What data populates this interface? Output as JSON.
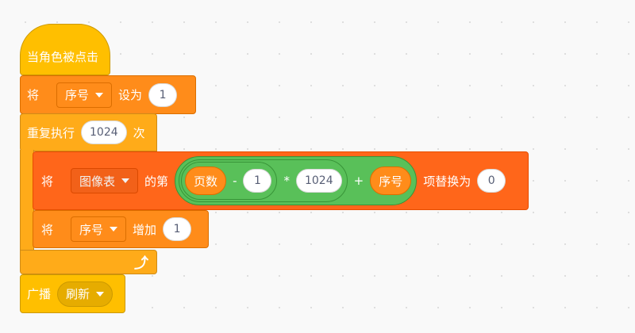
{
  "hat": {
    "label": "当角色被点击"
  },
  "set_block": {
    "prefix": "将",
    "variable": "序号",
    "verb": "设为",
    "value": "1"
  },
  "repeat_block": {
    "label": "重复执行",
    "count": "1024",
    "suffix": "次"
  },
  "replace_block": {
    "prefix": "将",
    "list": "图像表",
    "of_item": "的第",
    "replace_with": "项替换为",
    "value": "0",
    "expr": {
      "var1": "页数",
      "op1": "-",
      "num1": "1",
      "op2": "*",
      "num2": "1024",
      "op3": "+",
      "var2": "序号"
    }
  },
  "change_block": {
    "prefix": "将",
    "variable": "序号",
    "verb": "增加",
    "value": "1"
  },
  "broadcast_block": {
    "label": "广播",
    "message": "刷新"
  },
  "colors": {
    "events": "#FFBF00",
    "variables": "#FF8C1A",
    "control": "#FFAB19",
    "lists": "#FF661A",
    "operators": "#59C059"
  }
}
